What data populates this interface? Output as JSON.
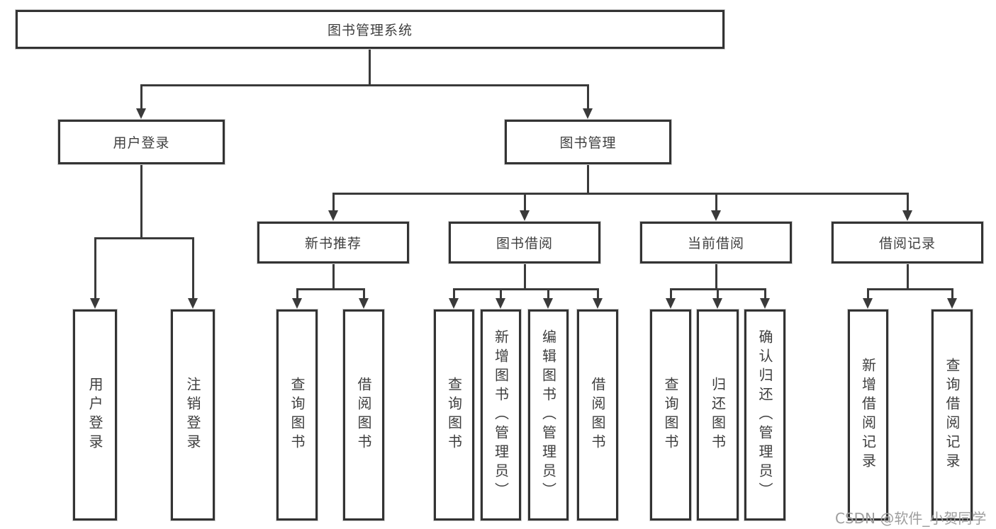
{
  "tree": {
    "root": {
      "label": "图书管理系统"
    },
    "branches": [
      {
        "label": "用户登录",
        "children": [
          {
            "label": "用户登录"
          },
          {
            "label": "注销登录"
          }
        ]
      },
      {
        "label": "图书管理",
        "children": [
          {
            "label": "新书推荐",
            "children": [
              {
                "label": "查询图书"
              },
              {
                "label": "借阅图书"
              }
            ]
          },
          {
            "label": "图书借阅",
            "children": [
              {
                "label": "查询图书"
              },
              {
                "label": "新增图书（管理员）"
              },
              {
                "label": "编辑图书（管理员）"
              },
              {
                "label": "借阅图书"
              }
            ]
          },
          {
            "label": "当前借阅",
            "children": [
              {
                "label": "查询图书"
              },
              {
                "label": "归还图书"
              },
              {
                "label": "确认归还（管理员）"
              }
            ]
          },
          {
            "label": "借阅记录",
            "children": [
              {
                "label": "新增借阅记录"
              },
              {
                "label": "查询借阅记录"
              }
            ]
          }
        ]
      }
    ]
  },
  "watermark": "CSDN @软件_小贺同学",
  "colors": {
    "line": "#3a3a3a",
    "box_border": "#333333",
    "text": "#3e3e3e",
    "watermark": "#9e9e9e",
    "background": "#ffffff"
  }
}
